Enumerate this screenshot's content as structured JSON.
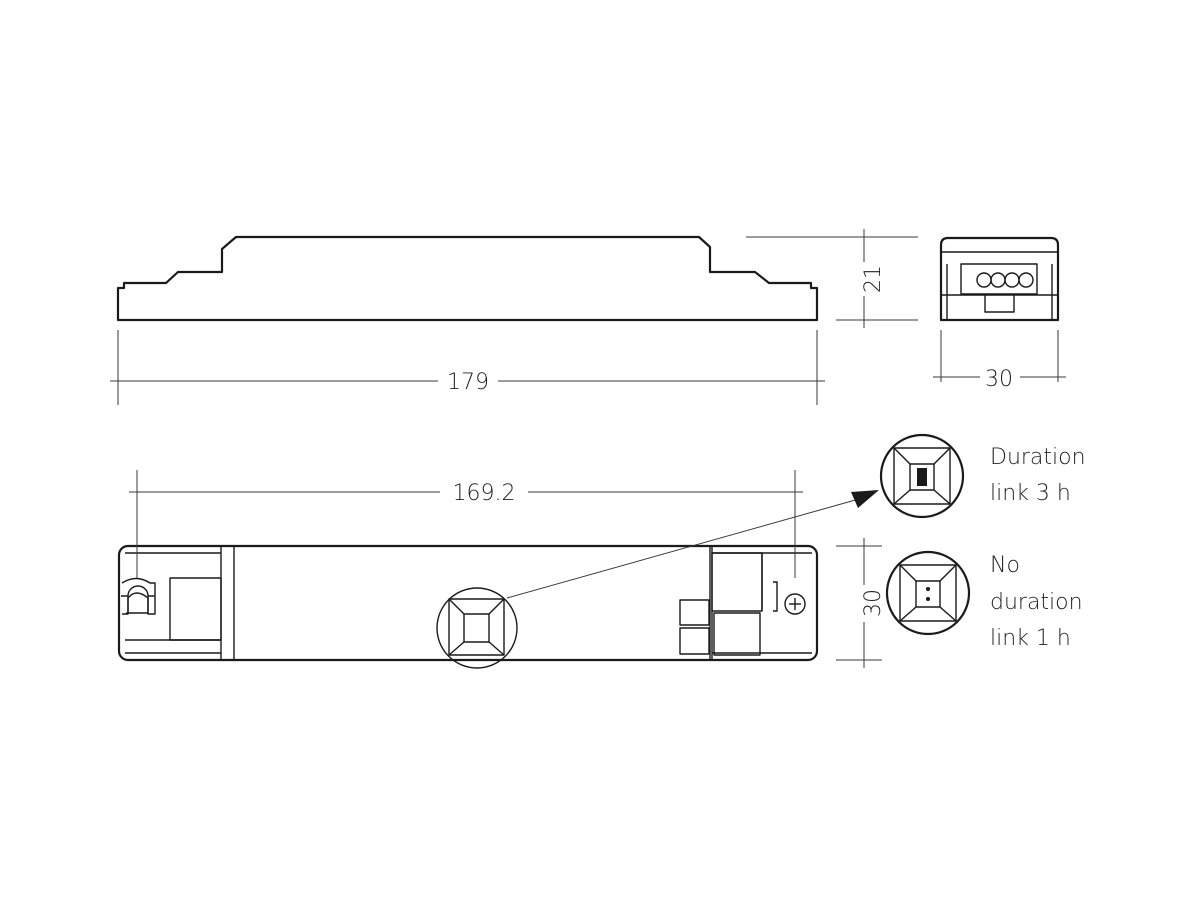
{
  "dimensions": {
    "side_length": "179",
    "side_height": "21",
    "end_width": "30",
    "top_length": "169.2",
    "top_width": "30"
  },
  "options": [
    {
      "line1": "Duration",
      "line2": "link  3 h"
    },
    {
      "line1": "No",
      "line2": "duration",
      "line3": "link  1 h"
    }
  ]
}
